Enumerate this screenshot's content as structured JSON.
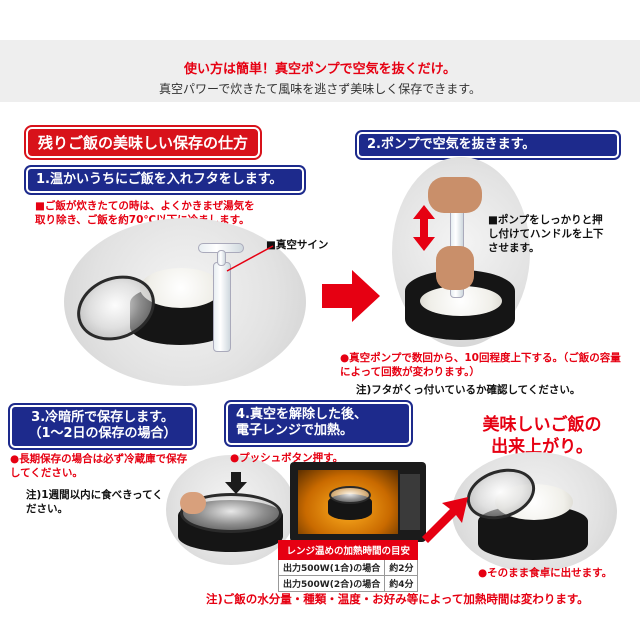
{
  "header": {
    "headline": "使い方は簡単！真空ポンプで空気を抜くだけ。",
    "subline": "真空パワーで炊きたて風味を逃さず美味しく保存できます。"
  },
  "section": {
    "title": "残りご飯の美味しい保存の仕方"
  },
  "step1": {
    "title": "1.温かいうちにご飯を入れフタをします。",
    "note": "■ご飯が炊きたての時は、よくかきまぜ湯気を取り除き、ご飯を約70℃以下に冷まします。",
    "label": "■真空サイン"
  },
  "step2": {
    "title": "2.ポンプで空気を抜きます。",
    "note_side": "■ポンプをしっかりと押し付けてハンドルを上下させます。",
    "note_red": "●真空ポンプで数回から、10回程度上下する。（ご飯の容量によって回数が変わります。）",
    "note_black": "注)フタがくっ付いているか確認してください。"
  },
  "step3": {
    "title_line1": "3.冷暗所で保存します。",
    "title_line2": "（1～2日の保存の場合）",
    "note_red": "●長期保存の場合は必ず冷蔵庫で保存してください。",
    "note_black": "注)1週間以内に食べきってください。"
  },
  "step4": {
    "title_line1": "4.真空を解除した後、",
    "title_line2": "電子レンジで加熱。",
    "note_red": "●プッシュボタン押す。"
  },
  "heating_table": {
    "header": "レンジ温めの加熱時間の目安",
    "rows": [
      {
        "label": "出力500W(1合)の場合",
        "value": "約2分"
      },
      {
        "label": "出力500W(2合)の場合",
        "value": "約4分"
      }
    ]
  },
  "result": {
    "line1": "美味しいご飯の",
    "line2": "出来上がり。",
    "note": "●そのまま食卓に出せます。"
  },
  "footer": {
    "note": "注)ご飯の水分量・種類・温度・お好み等によって加熱時間は変わります。"
  },
  "colors": {
    "accent_red": "#e60012",
    "step_navy": "#1d2a8c"
  }
}
